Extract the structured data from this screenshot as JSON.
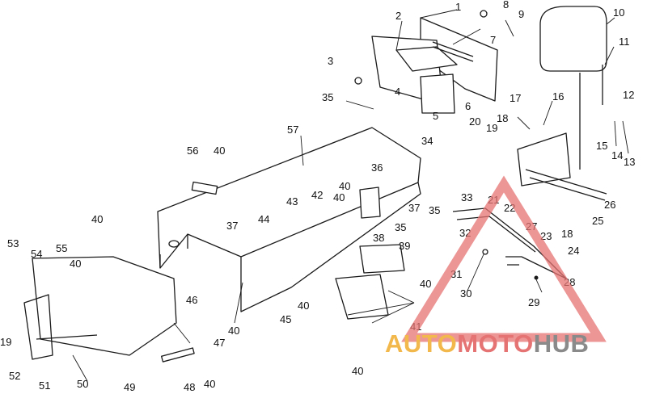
{
  "diagram": {
    "callouts": [
      {
        "id": "c1",
        "label": "1"
      },
      {
        "id": "c2",
        "label": "2"
      },
      {
        "id": "c3",
        "label": "3"
      },
      {
        "id": "c4",
        "label": "4"
      },
      {
        "id": "c5",
        "label": "5"
      },
      {
        "id": "c6",
        "label": "6"
      },
      {
        "id": "c7",
        "label": "7"
      },
      {
        "id": "c8",
        "label": "8"
      },
      {
        "id": "c9",
        "label": "9"
      },
      {
        "id": "c10",
        "label": "10"
      },
      {
        "id": "c11",
        "label": "11"
      },
      {
        "id": "c12",
        "label": "12"
      },
      {
        "id": "c13",
        "label": "13"
      },
      {
        "id": "c14",
        "label": "14"
      },
      {
        "id": "c15",
        "label": "15"
      },
      {
        "id": "c16",
        "label": "16"
      },
      {
        "id": "c17",
        "label": "17"
      },
      {
        "id": "c18a",
        "label": "18"
      },
      {
        "id": "c18b",
        "label": "18"
      },
      {
        "id": "c19a",
        "label": "19"
      },
      {
        "id": "c19b",
        "label": "19"
      },
      {
        "id": "c20",
        "label": "20"
      },
      {
        "id": "c21",
        "label": "21"
      },
      {
        "id": "c22",
        "label": "22"
      },
      {
        "id": "c23",
        "label": "23"
      },
      {
        "id": "c24",
        "label": "24"
      },
      {
        "id": "c25",
        "label": "25"
      },
      {
        "id": "c26",
        "label": "26"
      },
      {
        "id": "c27",
        "label": "27"
      },
      {
        "id": "c28",
        "label": "28"
      },
      {
        "id": "c29",
        "label": "29"
      },
      {
        "id": "c30",
        "label": "30"
      },
      {
        "id": "c31",
        "label": "31"
      },
      {
        "id": "c32",
        "label": "32"
      },
      {
        "id": "c33",
        "label": "33"
      },
      {
        "id": "c34",
        "label": "34"
      },
      {
        "id": "c35a",
        "label": "35"
      },
      {
        "id": "c35b",
        "label": "35"
      },
      {
        "id": "c35c",
        "label": "35"
      },
      {
        "id": "c36",
        "label": "36"
      },
      {
        "id": "c37a",
        "label": "37"
      },
      {
        "id": "c37b",
        "label": "37"
      },
      {
        "id": "c38",
        "label": "38"
      },
      {
        "id": "c39",
        "label": "39"
      },
      {
        "id": "c40a",
        "label": "40"
      },
      {
        "id": "c40b",
        "label": "40"
      },
      {
        "id": "c40c",
        "label": "40"
      },
      {
        "id": "c40d",
        "label": "40"
      },
      {
        "id": "c40e",
        "label": "40"
      },
      {
        "id": "c40f",
        "label": "40"
      },
      {
        "id": "c40g",
        "label": "40"
      },
      {
        "id": "c40h",
        "label": "40"
      },
      {
        "id": "c40i",
        "label": "40"
      },
      {
        "id": "c40j",
        "label": "40"
      },
      {
        "id": "c41",
        "label": "41"
      },
      {
        "id": "c42",
        "label": "42"
      },
      {
        "id": "c43",
        "label": "43"
      },
      {
        "id": "c44",
        "label": "44"
      },
      {
        "id": "c45",
        "label": "45"
      },
      {
        "id": "c46",
        "label": "46"
      },
      {
        "id": "c47",
        "label": "47"
      },
      {
        "id": "c48",
        "label": "48"
      },
      {
        "id": "c49",
        "label": "49"
      },
      {
        "id": "c50",
        "label": "50"
      },
      {
        "id": "c51",
        "label": "51"
      },
      {
        "id": "c52",
        "label": "52"
      },
      {
        "id": "c53",
        "label": "53"
      },
      {
        "id": "c54",
        "label": "54"
      },
      {
        "id": "c55",
        "label": "55"
      },
      {
        "id": "c56",
        "label": "56"
      },
      {
        "id": "c57",
        "label": "57"
      }
    ]
  },
  "watermark": {
    "part1": "AUTO",
    "part2": "MOTO",
    "part3": "HUB",
    "color1": "#f2b84b",
    "color2": "#e57373",
    "color3": "#8a8a8a"
  },
  "colors": {
    "line": "#1a1a1a",
    "background": "#ffffff",
    "watermark_triangle": "#e57373"
  }
}
